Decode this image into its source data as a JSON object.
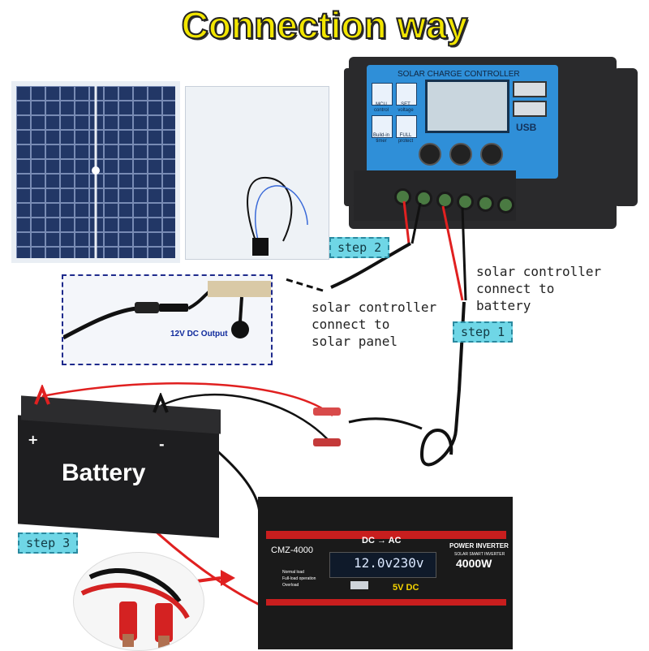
{
  "title": "Connection way",
  "controller": {
    "header": "SOLAR CHARGE CONTROLLER",
    "icons": [
      {
        "name": "mcu-control-icon",
        "caption": "MCU control"
      },
      {
        "name": "set-voltage-icon",
        "caption": "SET voltage"
      },
      {
        "name": "build-in-timer-icon",
        "caption": "Build-in timer"
      },
      {
        "name": "full-protect-icon",
        "caption": "FULL protect"
      }
    ],
    "usb_label": "USB"
  },
  "inset": {
    "output_label": "12V DC Output"
  },
  "steps": {
    "step1": "step 1",
    "step2": "step 2",
    "step3": "step 3"
  },
  "notes": {
    "battery_note": "solar controller\nconnect to\nbattery",
    "panel_note": "solar controller\nconnect to\nsolar panel"
  },
  "battery": {
    "label": "Battery",
    "plus": "+",
    "minus": "-"
  },
  "inverter": {
    "model": "CMZ-4000",
    "dc_ac": "DC → AC",
    "brand_line": "POWER INVERTER",
    "sub_line": "SOLAR SMART INVERTER",
    "power": "4000W",
    "display_in": "12.0v",
    "display_out": "230v",
    "usb": "5V DC",
    "legend": [
      "Normal load",
      "Full-load operation",
      "Overload"
    ]
  },
  "colors": {
    "title_yellow": "#f2e600",
    "step_bg": "#6fd6e6",
    "controller_blue": "#2f8fd8",
    "wire_red": "#e02020",
    "wire_black": "#111111",
    "inverter_red": "#c81e1e"
  }
}
